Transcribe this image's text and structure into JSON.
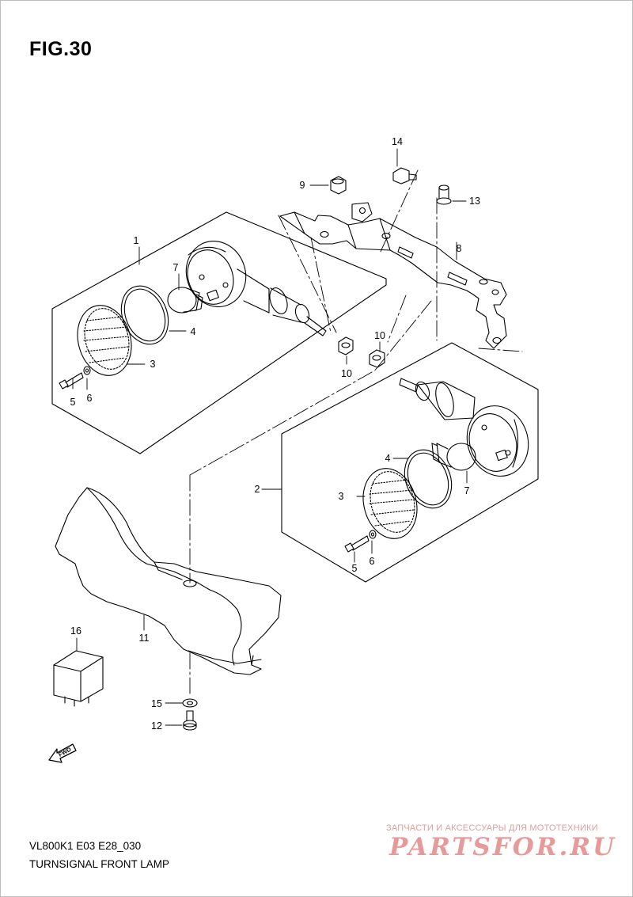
{
  "figure": {
    "title": "FIG.30"
  },
  "callouts": {
    "c1": "1",
    "c2": "2",
    "c3a": "3",
    "c3b": "3",
    "c4a": "4",
    "c4b": "4",
    "c5a": "5",
    "c5b": "5",
    "c6a": "6",
    "c6b": "6",
    "c7a": "7",
    "c7b": "7",
    "c8": "8",
    "c9": "9",
    "c10a": "10",
    "c10b": "10",
    "c11": "11",
    "c12": "12",
    "c13": "13",
    "c14": "14",
    "c15": "15",
    "c16": "16"
  },
  "arrow_label": "FWD",
  "footer": {
    "code": "VL800K1 E03 E28_030",
    "description": "TURNSIGNAL FRONT LAMP"
  },
  "watermark": {
    "tagline": "ЗАПЧАСТИ И АКСЕССУАРЫ ДЛЯ МОТОТЕХНИКИ",
    "logo": "PARTSFOR.RU"
  }
}
